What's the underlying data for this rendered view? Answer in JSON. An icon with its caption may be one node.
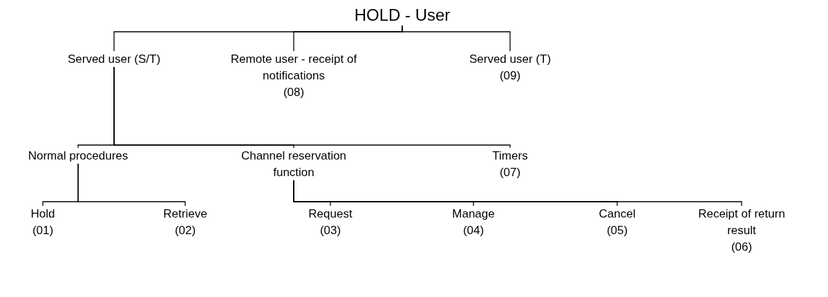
{
  "diagram": {
    "nodes": [
      {
        "text": [
          "HOLD - User"
        ]
      },
      {
        "text": [
          "Served user (S/T)"
        ]
      },
      {
        "text": [
          "Remote user - receipt of notifications",
          "(08)"
        ]
      },
      {
        "text": [
          "Served user (T)",
          "(09)"
        ]
      },
      {
        "text": [
          "Normal procedures"
        ]
      },
      {
        "text": [
          "Channel reservation function"
        ]
      },
      {
        "text": [
          "Timers",
          "(07)"
        ]
      },
      {
        "text": [
          "Hold",
          "(01)"
        ]
      },
      {
        "text": [
          "Retrieve",
          "(02)"
        ]
      },
      {
        "text": [
          "Request",
          "(03)"
        ]
      },
      {
        "text": [
          "Manage",
          "(04)"
        ]
      },
      {
        "text": [
          "Cancel",
          "(05)"
        ]
      },
      {
        "text": [
          "Receipt of return result",
          "(06)"
        ]
      }
    ],
    "edges": [
      {
        "from": 0,
        "to": 1,
        "arrow": "none"
      },
      {
        "from": 0,
        "to": 2,
        "arrow": "none"
      },
      {
        "from": 0,
        "to": 3,
        "arrow": "none"
      },
      {
        "from": 1,
        "to": 4,
        "arrow": "none"
      },
      {
        "from": 1,
        "to": 5,
        "arrow": "none"
      },
      {
        "from": 1,
        "to": 6,
        "arrow": "none"
      },
      {
        "from": 4,
        "to": 7,
        "arrow": "none"
      },
      {
        "from": 4,
        "to": 8,
        "arrow": "none"
      },
      {
        "from": 5,
        "to": 9,
        "arrow": "none"
      },
      {
        "from": 5,
        "to": 10,
        "arrow": "none"
      },
      {
        "from": 5,
        "to": 11,
        "arrow": "none"
      },
      {
        "from": 5,
        "to": 12,
        "arrow": "none"
      }
    ]
  }
}
